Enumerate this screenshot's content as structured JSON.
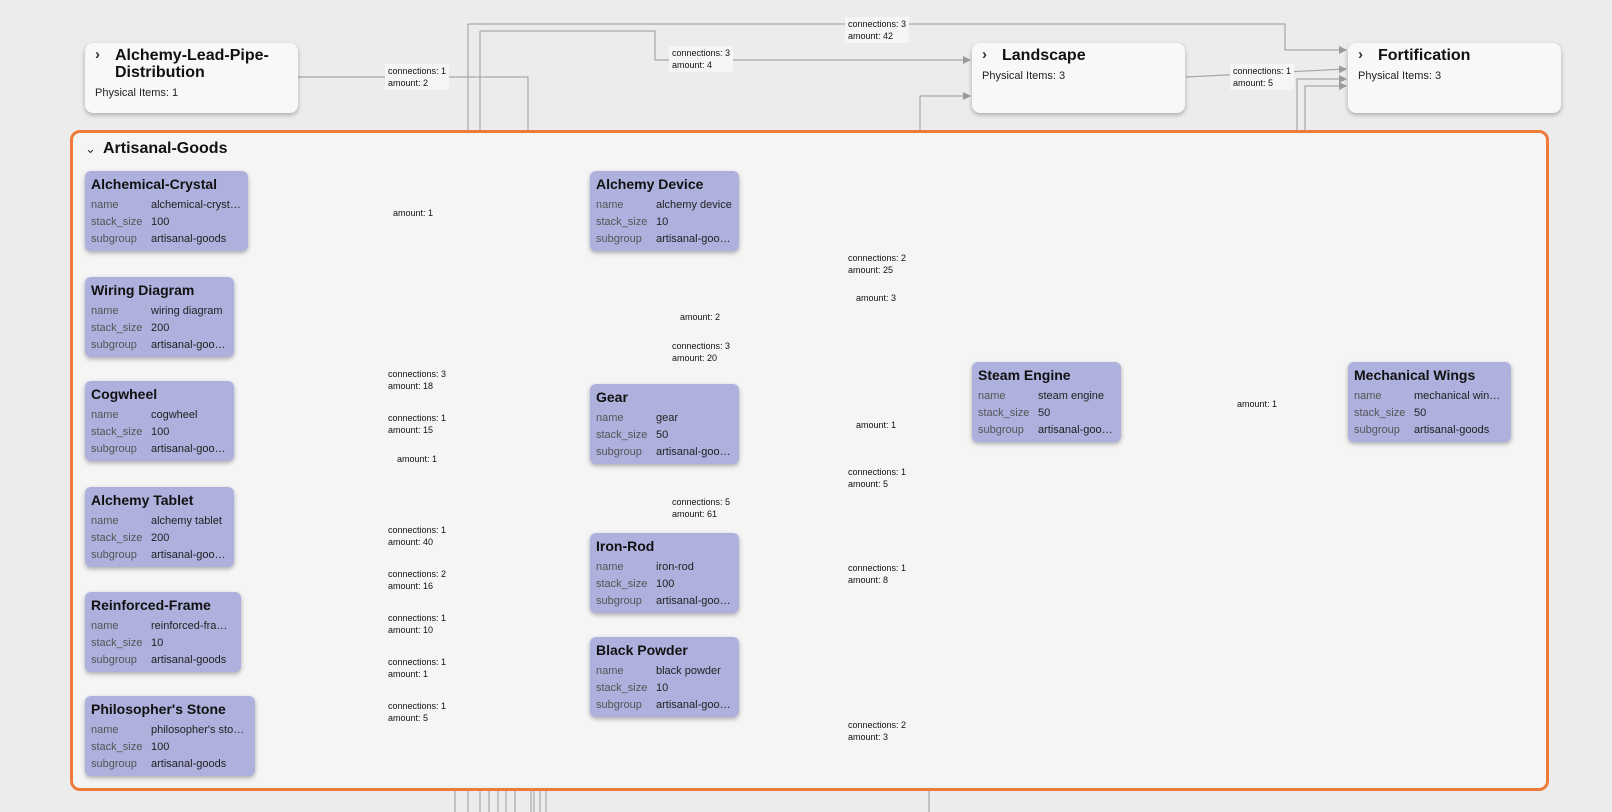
{
  "groups": {
    "alchemy": {
      "title": "Alchemy-Lead-Pipe-Distribution",
      "sub": "Physical Items: 1"
    },
    "landscape": {
      "title": "Landscape",
      "sub": "Physical Items: 3"
    },
    "fortification": {
      "title": "Fortification",
      "sub": "Physical Items: 3"
    }
  },
  "container": {
    "title": "Artisanal-Goods"
  },
  "field_keys": {
    "name": "name",
    "stack_size": "stack_size",
    "subgroup": "subgroup"
  },
  "nodes": {
    "alchemical_crystal": {
      "title": "Alchemical-Crystal",
      "name": "alchemical-cryst…",
      "stack_size": "100",
      "subgroup": "artisanal-goods"
    },
    "wiring_diagram": {
      "title": "Wiring Diagram",
      "name": "wiring diagram",
      "stack_size": "200",
      "subgroup": "artisanal-goo…"
    },
    "cogwheel": {
      "title": "Cogwheel",
      "name": "cogwheel",
      "stack_size": "100",
      "subgroup": "artisanal-goo…"
    },
    "alchemy_tablet": {
      "title": "Alchemy Tablet",
      "name": "alchemy tablet",
      "stack_size": "200",
      "subgroup": "artisanal-goo…"
    },
    "reinforced_frame": {
      "title": "Reinforced-Frame",
      "name": "reinforced-fra…",
      "stack_size": "10",
      "subgroup": "artisanal-goods"
    },
    "philosophers_stone": {
      "title": "Philosopher's Stone",
      "name": "philosopher's sto…",
      "stack_size": "100",
      "subgroup": "artisanal-goods"
    },
    "alchemy_device": {
      "title": "Alchemy Device",
      "name": "alchemy device",
      "stack_size": "10",
      "subgroup": "artisanal-goo…"
    },
    "gear": {
      "title": "Gear",
      "name": "gear",
      "stack_size": "50",
      "subgroup": "artisanal-goo…"
    },
    "iron_rod": {
      "title": "Iron-Rod",
      "name": "iron-rod",
      "stack_size": "100",
      "subgroup": "artisanal-goo…"
    },
    "black_powder": {
      "title": "Black Powder",
      "name": "black powder",
      "stack_size": "10",
      "subgroup": "artisanal-goo…"
    },
    "steam_engine": {
      "title": "Steam Engine",
      "name": "steam engine",
      "stack_size": "50",
      "subgroup": "artisanal-goo…"
    },
    "mechanical_wings": {
      "title": "Mechanical Wings",
      "name": "mechanical win…",
      "stack_size": "50",
      "subgroup": "artisanal-goods"
    }
  },
  "edge_labels": [
    {
      "l1": "connections: 3",
      "l2": "amount: 42"
    },
    {
      "l1": "connections: 3",
      "l2": "amount: 4"
    },
    {
      "l1": "connections: 1",
      "l2": "amount: 2"
    },
    {
      "l1": "connections: 1",
      "l2": "amount: 5"
    },
    {
      "l1": "amount: 1",
      "l2": ""
    },
    {
      "l1": "connections: 2",
      "l2": "amount: 25"
    },
    {
      "l1": "amount: 3",
      "l2": ""
    },
    {
      "l1": "amount: 2",
      "l2": ""
    },
    {
      "l1": "connections: 3",
      "l2": "amount: 20"
    },
    {
      "l1": "connections: 3",
      "l2": "amount: 18"
    },
    {
      "l1": "connections: 1",
      "l2": "amount: 15"
    },
    {
      "l1": "amount: 1",
      "l2": ""
    },
    {
      "l1": "amount: 1",
      "l2": ""
    },
    {
      "l1": "amount: 1",
      "l2": ""
    },
    {
      "l1": "connections: 1",
      "l2": "amount: 5"
    },
    {
      "l1": "connections: 5",
      "l2": "amount: 61"
    },
    {
      "l1": "connections: 1",
      "l2": "amount: 40"
    },
    {
      "l1": "connections: 2",
      "l2": "amount: 16"
    },
    {
      "l1": "connections: 1",
      "l2": "amount: 8"
    },
    {
      "l1": "connections: 1",
      "l2": "amount: 10"
    },
    {
      "l1": "connections: 1",
      "l2": "amount: 1"
    },
    {
      "l1": "connections: 1",
      "l2": "amount: 5"
    },
    {
      "l1": "connections: 2",
      "l2": "amount: 3"
    }
  ]
}
